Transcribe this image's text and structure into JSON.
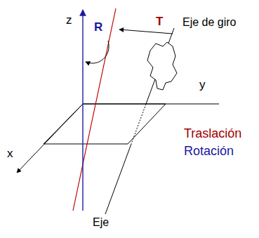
{
  "diagram": {
    "labels": [
      "z",
      "R",
      "T",
      "Eje de giro",
      "y",
      "x",
      "Traslación",
      "Rotación",
      "Eje"
    ]
  }
}
